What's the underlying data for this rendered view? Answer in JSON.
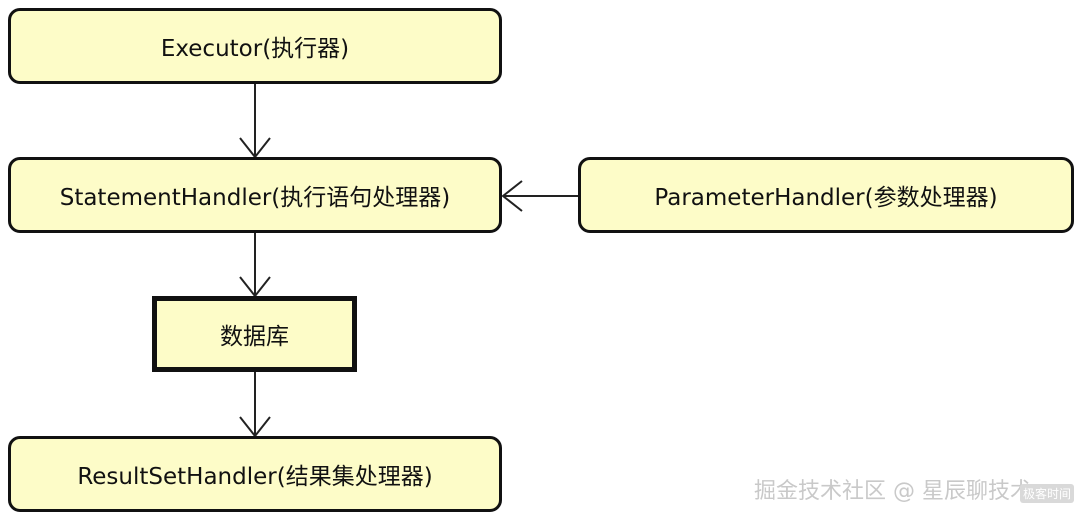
{
  "nodes": {
    "executor": "Executor(执行器)",
    "statement_handler": "StatementHandler(执行语句处理器)",
    "parameter_handler": "ParameterHandler(参数处理器)",
    "database": "数据库",
    "result_set_handler": "ResultSetHandler(结果集处理器)"
  },
  "edges": [
    {
      "from": "executor",
      "to": "statement_handler"
    },
    {
      "from": "parameter_handler",
      "to": "statement_handler"
    },
    {
      "from": "statement_handler",
      "to": "database"
    },
    {
      "from": "database",
      "to": "result_set_handler"
    }
  ],
  "watermark": "掘金技术社区 @ 星辰聊技术",
  "corner_badge": "极客时间"
}
